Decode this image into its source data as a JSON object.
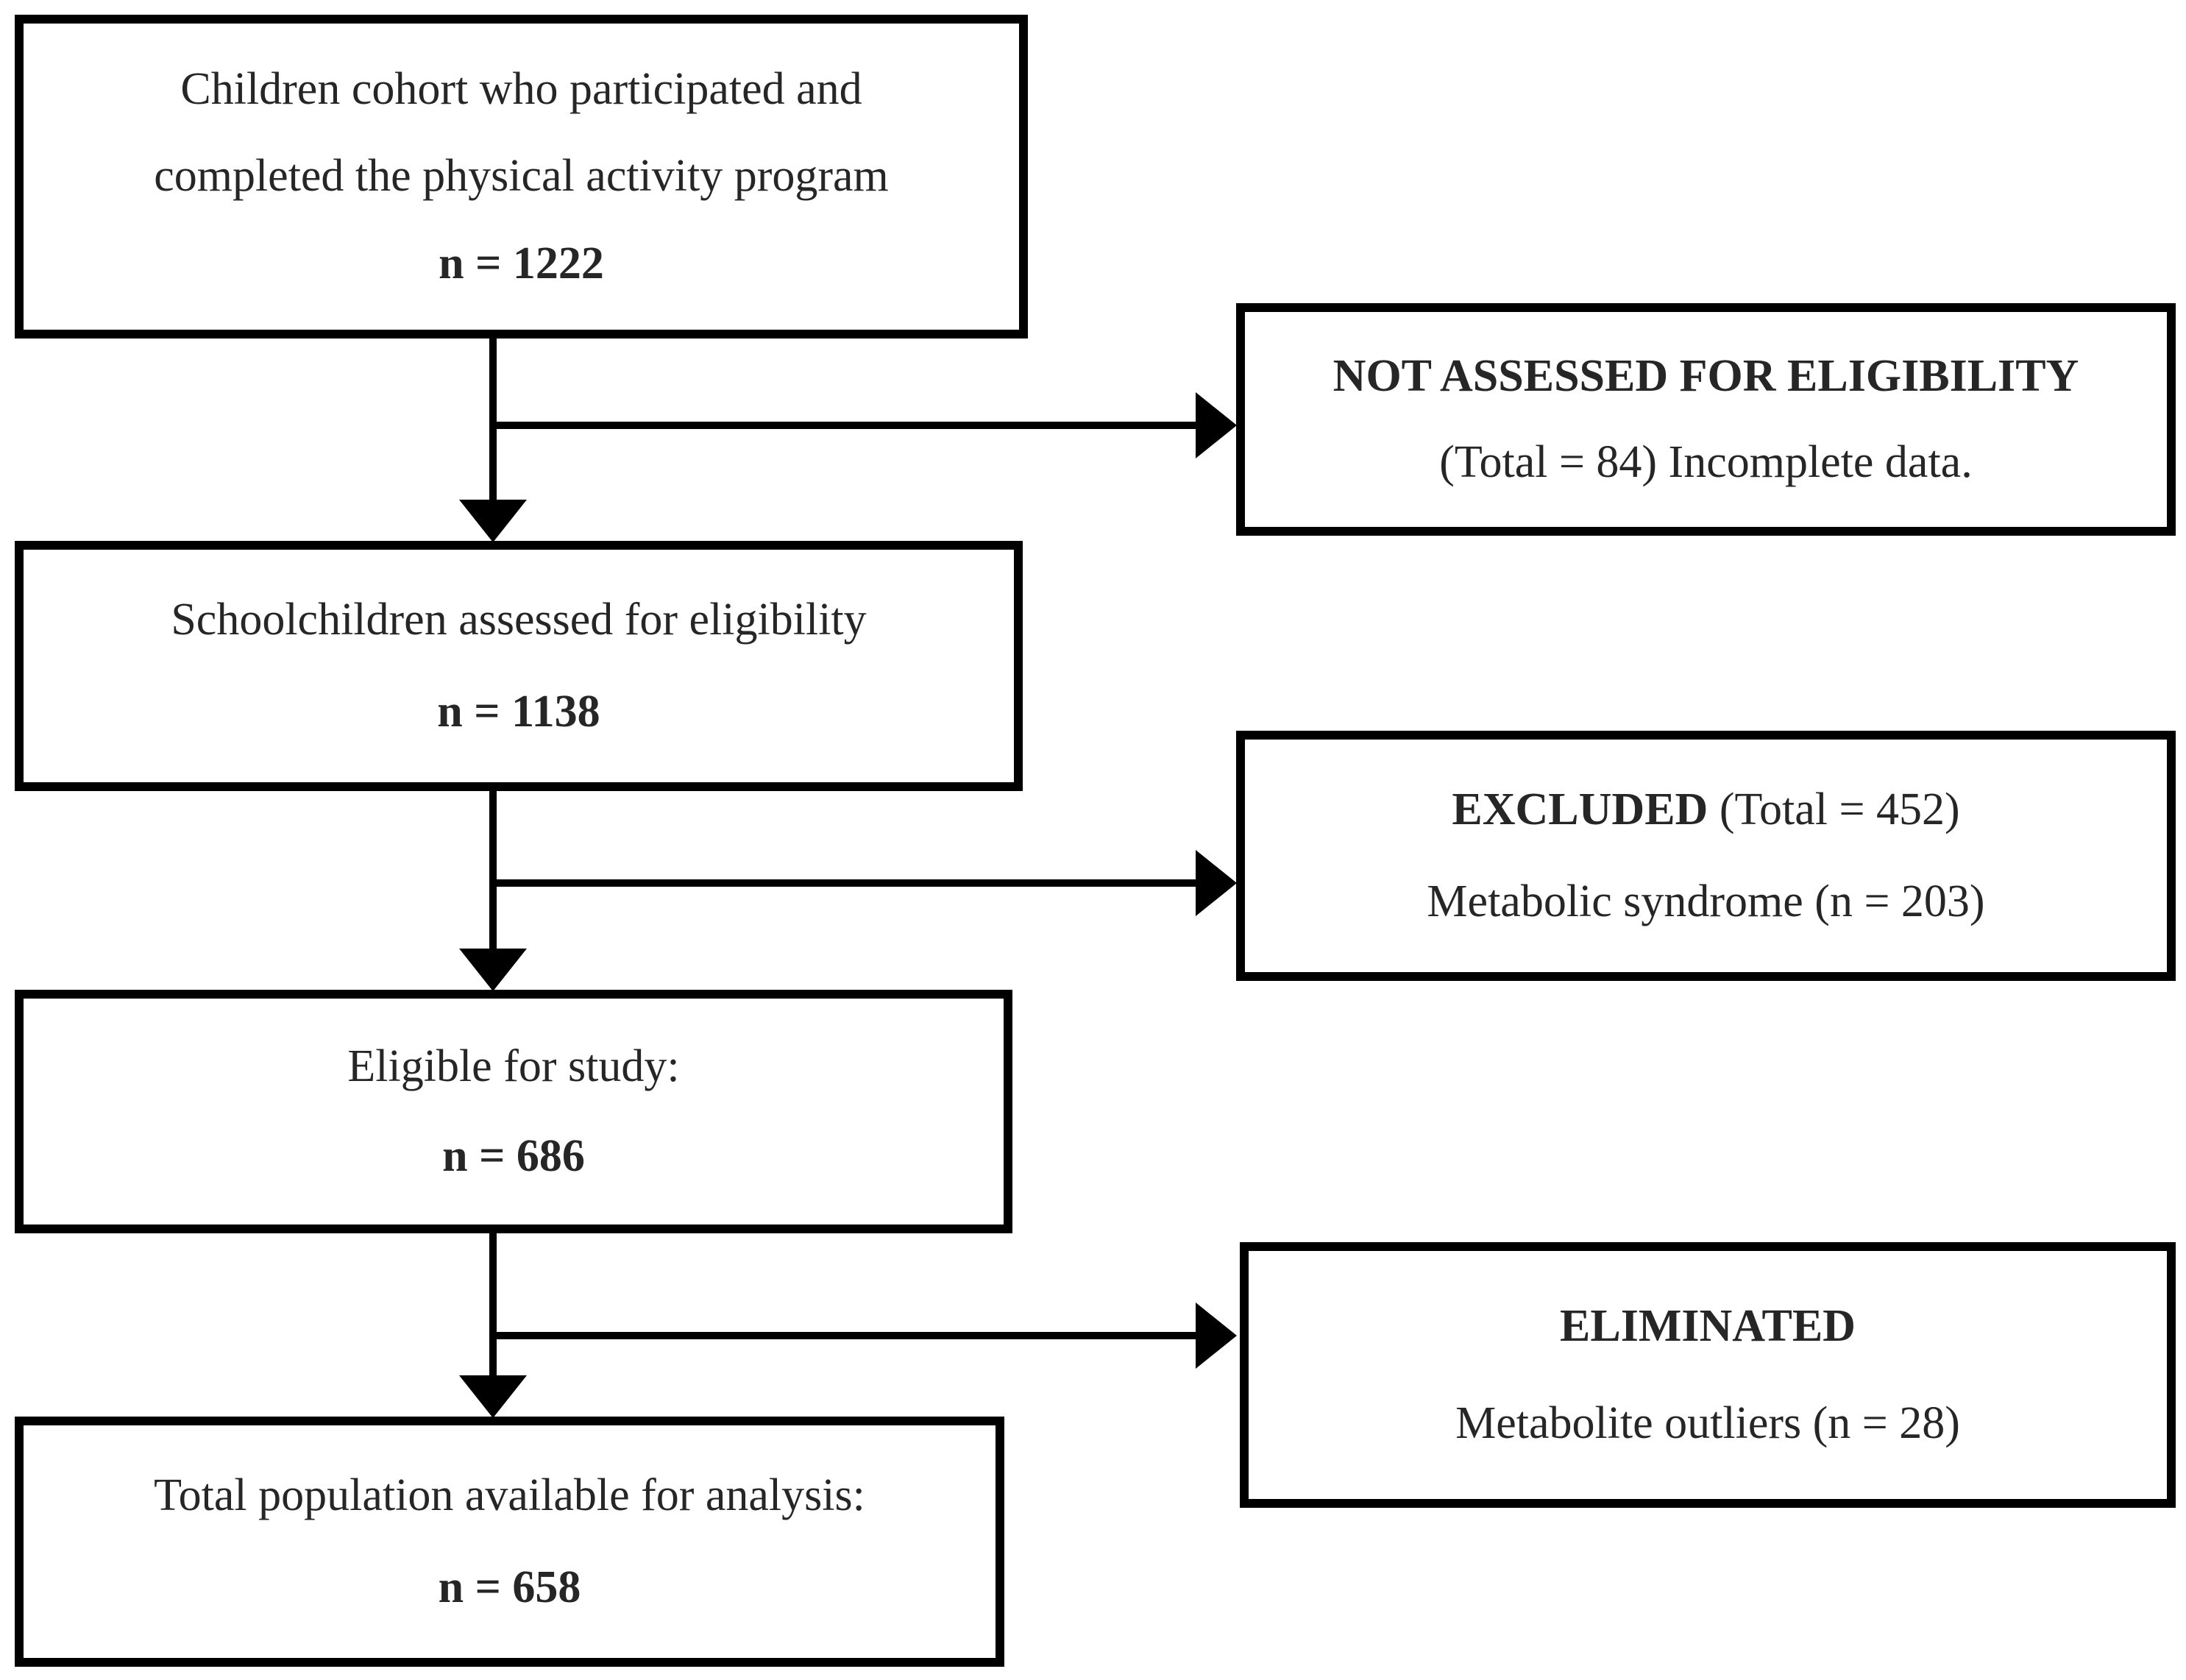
{
  "figure": {
    "type": "flowchart",
    "colors": {
      "line": "#000000",
      "text": "#262626",
      "background": "#ffffff"
    }
  },
  "boxes": {
    "cohort": {
      "line1": "Children cohort who participated and",
      "line2": "completed the physical activity program",
      "n": "n = 1222"
    },
    "not_assessed": {
      "title": "NOT ASSESSED FOR ELIGIBILITY",
      "detail": "(Total = 84) Incomplete data."
    },
    "assessed": {
      "line1": "Schoolchildren assessed for eligibility",
      "n": "n = 1138"
    },
    "excluded": {
      "title": "EXCLUDED",
      "title_detail": " (Total = 452)",
      "detail": "Metabolic syndrome (n = 203)"
    },
    "eligible": {
      "line1": "Eligible for study:",
      "n": "n = 686"
    },
    "eliminated": {
      "title": "ELIMINATED",
      "detail": "Metabolite outliers (n = 28)"
    },
    "analysis": {
      "line1": "Total population available for analysis:",
      "n": "n = 658"
    }
  }
}
